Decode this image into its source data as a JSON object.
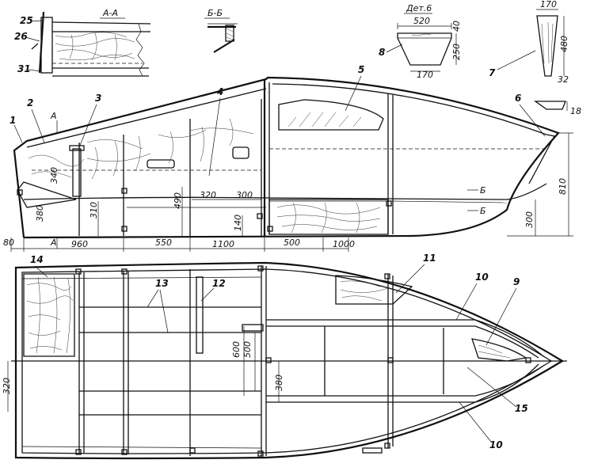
{
  "sections": {
    "a_a": "А-А",
    "b_b": "Б-Б",
    "det6": "Дет.6",
    "cut_a": "А",
    "cut_b": "Б"
  },
  "parts": [
    "1",
    "2",
    "3",
    "4",
    "5",
    "6",
    "7",
    "8",
    "9",
    "10",
    "11",
    "12",
    "13",
    "14",
    "15",
    "25",
    "26",
    "31"
  ],
  "dims": {
    "det6_top": "520",
    "det6_h1": "40",
    "det6_h2": "250",
    "det6_bottom": "170",
    "det7_top": "170",
    "det7_h": "480",
    "det7_bottom": "32",
    "det7_side": "18",
    "side_340": "340",
    "side_380": "380",
    "side_310": "310",
    "side_490": "490",
    "side_320": "320",
    "side_300a": "300",
    "side_140": "140",
    "side_810": "810",
    "side_300b": "300",
    "base_80": "80",
    "base_960": "960",
    "base_550": "550",
    "base_1100": "1100",
    "base_500": "500",
    "base_1000": "1000",
    "plan_600": "600",
    "plan_500": "500",
    "plan_320": "320",
    "plan_380": "380"
  }
}
